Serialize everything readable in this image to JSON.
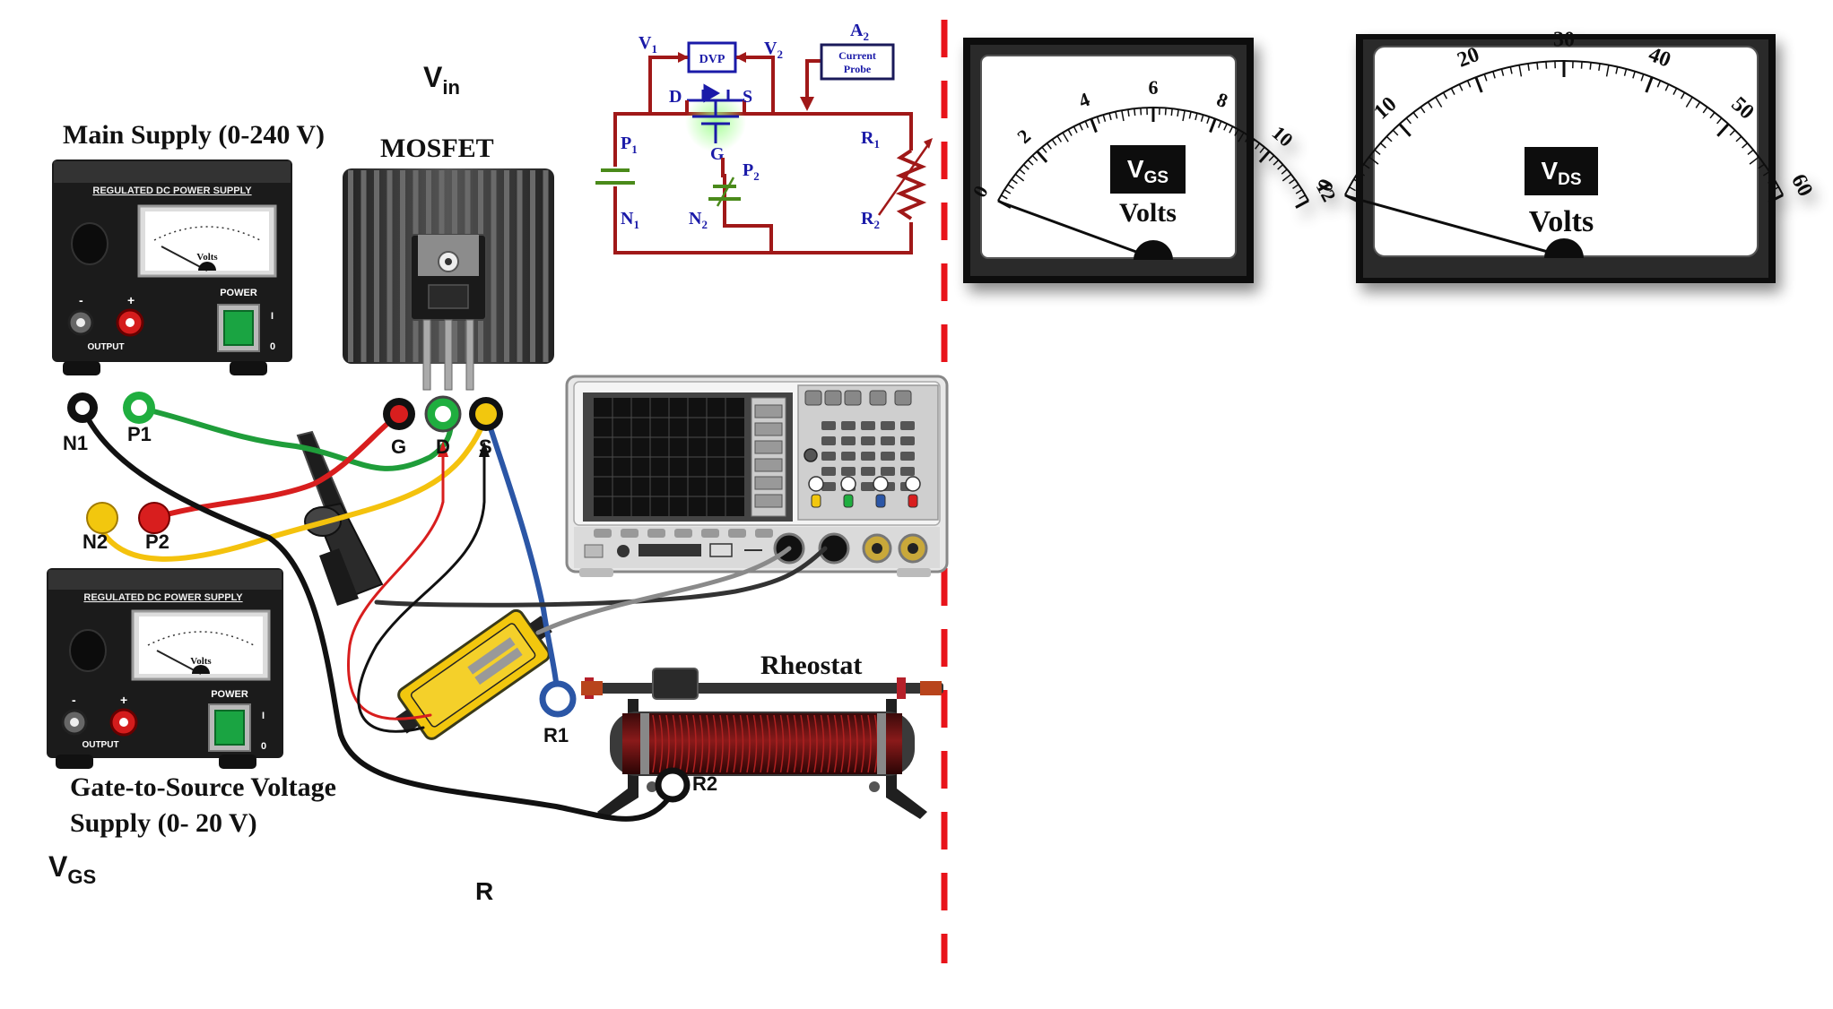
{
  "labels": {
    "vin_main": "V",
    "vin_sub": "in",
    "main_supply": "Main Supply (0-240 V)",
    "mosfet": "MOSFET",
    "gs_supply_line1": "Gate-to-Source  Voltage",
    "gs_supply_line2": "Supply (0- 20 V)",
    "vgs_main": "V",
    "vgs_sub": "GS",
    "r": "R",
    "rheostat": "Rheostat"
  },
  "power_supplies": {
    "title": "REGULATED DC POWER SUPPLY",
    "meter_unit": "Volts",
    "minus": "-",
    "plus": "+",
    "output": "OUTPUT",
    "power": "POWER",
    "on_mark": "I",
    "off_mark": "0"
  },
  "terminals": {
    "n1": "N1",
    "p1": "P1",
    "n2": "N2",
    "p2": "P2",
    "g": "G",
    "d": "D",
    "s": "S",
    "r1": "R1",
    "r2": "R2"
  },
  "schematic": {
    "v1": "V",
    "v1_sub": "1",
    "v2": "V",
    "v2_sub": "2",
    "dvp": "DVP",
    "a2": "A",
    "a2_sub": "2",
    "probe_line1": "Current",
    "probe_line2": "Probe",
    "d": "D",
    "s": "S",
    "g": "G",
    "p1": "P",
    "p1_sub": "1",
    "n1": "N",
    "n1_sub": "1",
    "p2": "P",
    "p2_sub": "2",
    "n2": "N",
    "n2_sub": "2",
    "r1": "R",
    "r1_sub": "1",
    "r2": "R",
    "r2_sub": "2"
  },
  "meter_vgs": {
    "badge_main": "V",
    "badge_sub": "GS",
    "unit": "Volts",
    "ticks": [
      "0",
      "2",
      "4",
      "6",
      "8",
      "10",
      "12"
    ],
    "max": 12,
    "reading": 0
  },
  "meter_vds": {
    "badge_main": "V",
    "badge_sub": "DS",
    "unit": "Volts",
    "ticks": [
      "0",
      "10",
      "20",
      "30",
      "40",
      "50",
      "60"
    ],
    "max": 60,
    "reading": 0
  },
  "colors": {
    "divider": "#e8131a",
    "circuit_wire": "#a01818",
    "schematic_label": "#1a1aa8",
    "wire_green": "#1f9d3a",
    "wire_yellow": "#f4c20d",
    "wire_red": "#d81e1e",
    "wire_black": "#111111",
    "wire_blue": "#2b56a6",
    "wire_gray": "#8a8a8a"
  }
}
